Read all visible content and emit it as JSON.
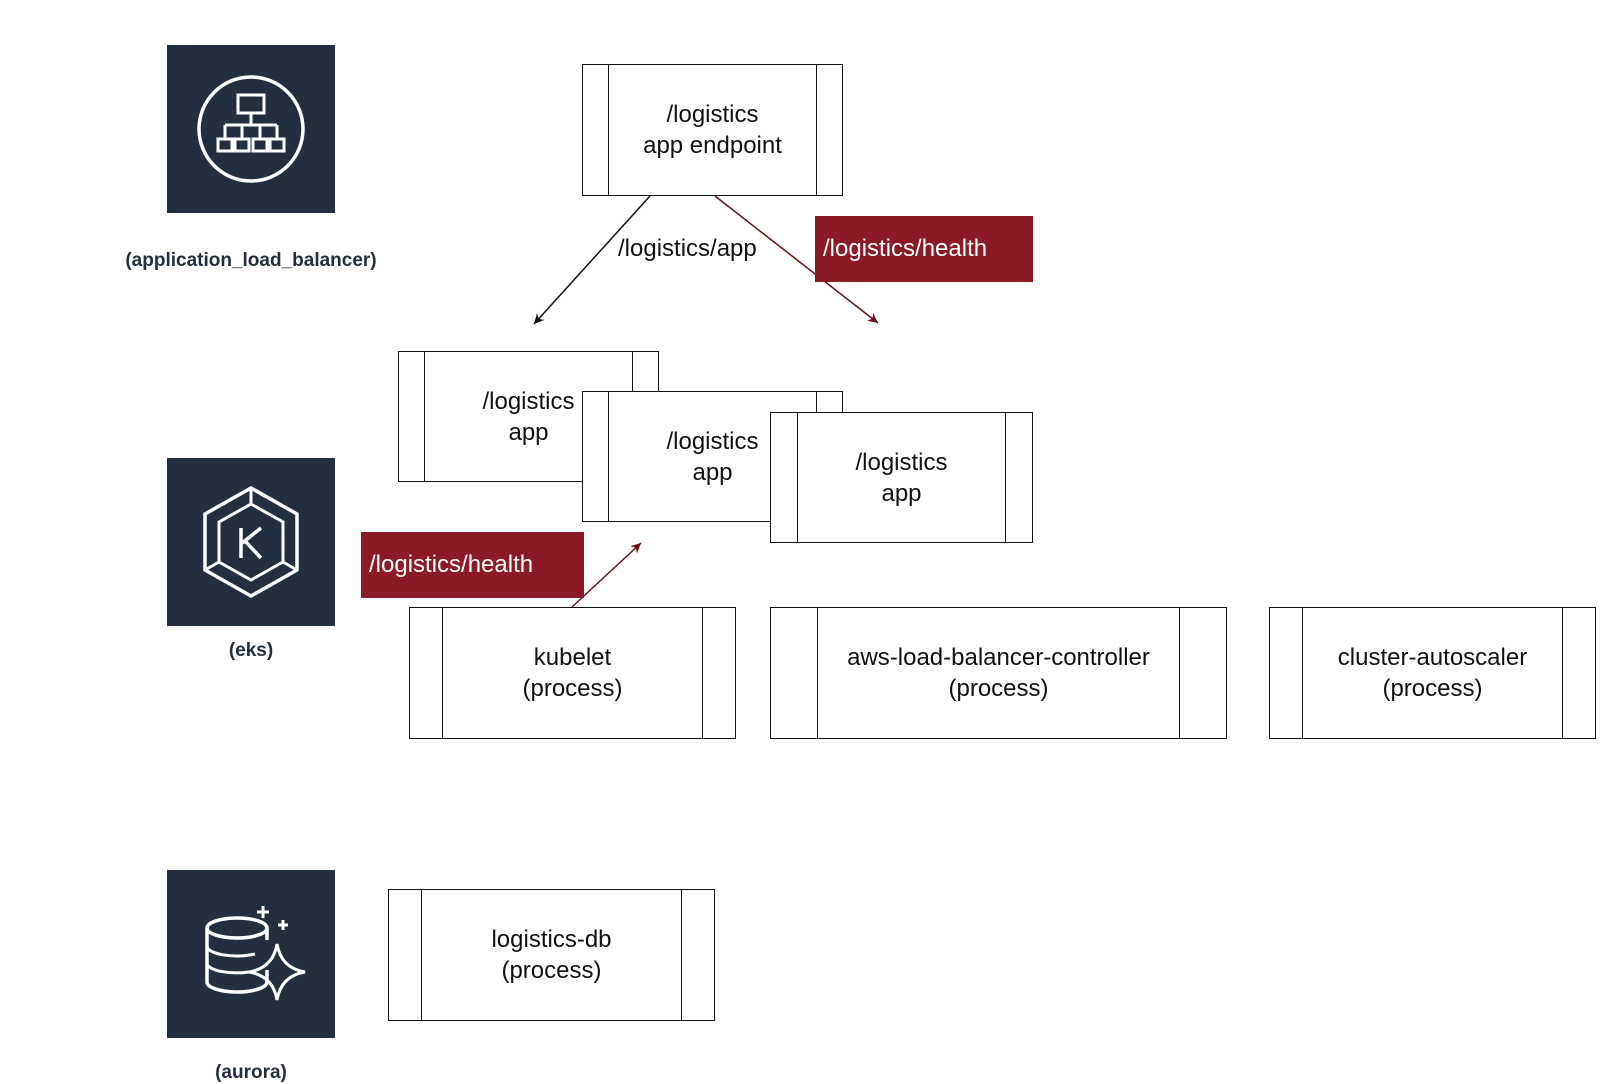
{
  "icons": {
    "alb": {
      "label": "(application_load_balancer)",
      "icon": "application-load-balancer-icon"
    },
    "eks": {
      "label": "(eks)",
      "icon": "eks-icon"
    },
    "aurora": {
      "label": "(aurora)",
      "icon": "aurora-icon"
    }
  },
  "nodes": {
    "endpoint": "/logistics\napp endpoint",
    "app1": "/logistics\napp",
    "app2": "/logistics\napp",
    "app3": "/logistics\napp",
    "kubelet": "kubelet\n(process)",
    "lbc": "aws-load-balancer-controller\n(process)",
    "autoscaler": "cluster-autoscaler\n(process)",
    "db": "logistics-db\n(process)"
  },
  "edges": {
    "app_route": "/logistics/app",
    "health_top": "/logistics/health",
    "health_bottom": "/logistics/health"
  },
  "colors": {
    "tile": "#232f3e",
    "health": "#8b1a24",
    "line": "#111111"
  }
}
